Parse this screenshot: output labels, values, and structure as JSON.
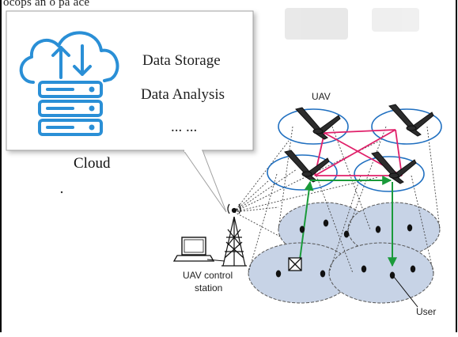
{
  "header": {
    "partial_text": "ocops an o pa ace"
  },
  "cloud_panel": {
    "items": [
      "Data Storage",
      "Data Analysis",
      "... ..."
    ],
    "label": "Cloud"
  },
  "diagram_labels": {
    "uav": "UAV",
    "station_line1": "UAV control",
    "station_line2": "station",
    "user": "User"
  },
  "colors": {
    "cloud_icon": "#2a8fd6",
    "uav_link": "#e0206a",
    "ground_link": "#1a9a3a",
    "orbit": "#1f6fc0",
    "coverage_fill": "#c7d3e6"
  }
}
